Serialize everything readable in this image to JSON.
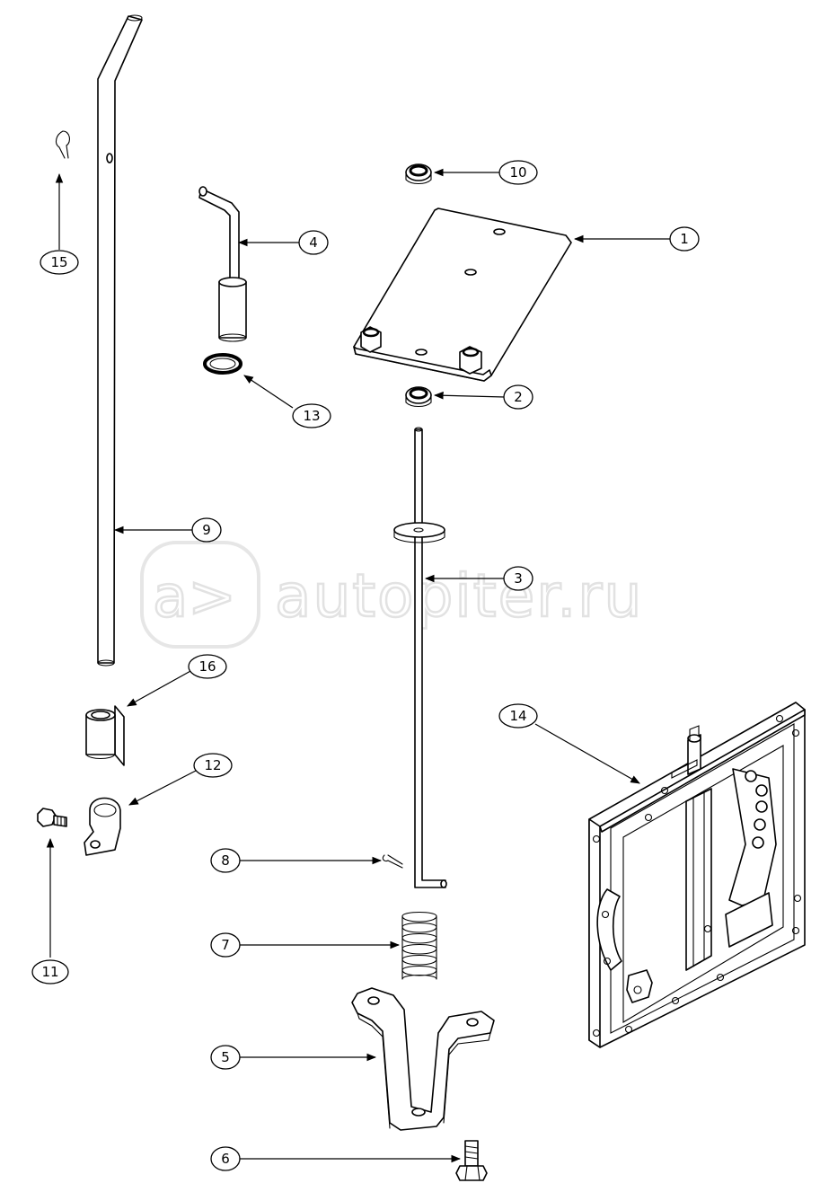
{
  "watermark": {
    "logo": "a>",
    "text": "autopiter.ru"
  },
  "callouts": [
    {
      "num": "1",
      "part": "mounting-plate"
    },
    {
      "num": "2",
      "part": "lower-bushing"
    },
    {
      "num": "3",
      "part": "control-rod"
    },
    {
      "num": "4",
      "part": "bent-handle"
    },
    {
      "num": "5",
      "part": "bracket"
    },
    {
      "num": "6",
      "part": "bolt"
    },
    {
      "num": "7",
      "part": "spring"
    },
    {
      "num": "8",
      "part": "cotter-pin"
    },
    {
      "num": "9",
      "part": "long-tube"
    },
    {
      "num": "10",
      "part": "upper-bushing"
    },
    {
      "num": "11",
      "part": "clamp-bolt"
    },
    {
      "num": "12",
      "part": "clamp"
    },
    {
      "num": "13",
      "part": "o-ring"
    },
    {
      "num": "14",
      "part": "gate-plate"
    },
    {
      "num": "15",
      "part": "hair-pin"
    },
    {
      "num": "16",
      "part": "tube-clip"
    }
  ]
}
